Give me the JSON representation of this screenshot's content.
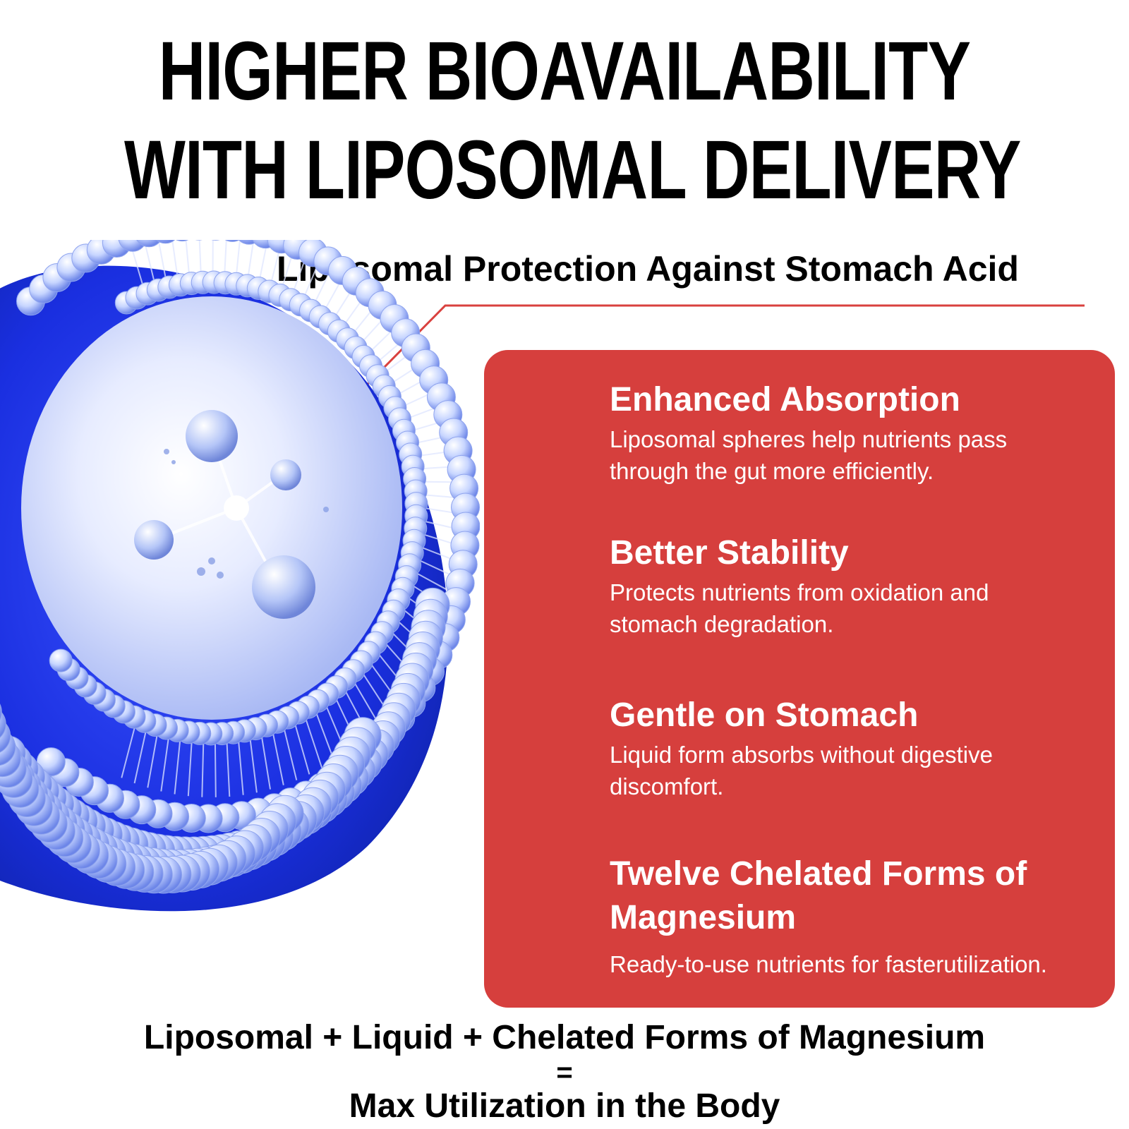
{
  "headline": {
    "line1": "HIGHER BIOAVAILABILITY",
    "line2": "WITH LIPOSOMAL DELIVERY"
  },
  "subheading": "Liposomal Protection Against Stomach Acid",
  "colors": {
    "panel": "#d63f3d",
    "callout_line": "#d9413e",
    "liposome_deep": "#1a2fe0",
    "liposome_light": "#cfdcff"
  },
  "features": [
    {
      "title": "Enhanced Absorption",
      "desc_line1": "Liposomal spheres help nutrients pass",
      "desc_line2": "through the gut more efficiently."
    },
    {
      "title": "Better Stability",
      "desc_line1": "Protects nutrients from oxidation and",
      "desc_line2": "stomach degradation."
    },
    {
      "title": "Gentle on Stomach",
      "desc_line1": "Liquid form absorbs without digestive",
      "desc_line2": "discomfort."
    },
    {
      "title_line1": "Twelve Chelated Forms of",
      "title_line2": "Magnesium",
      "desc": "Ready-to-use nutrients for fasterutilization."
    }
  ],
  "formula": {
    "line": "Liposomal + Liquid + Chelated Forms of Magnesium",
    "equals": "=",
    "result": "Max Utilization in the Body"
  },
  "illustration": "liposome-sphere"
}
